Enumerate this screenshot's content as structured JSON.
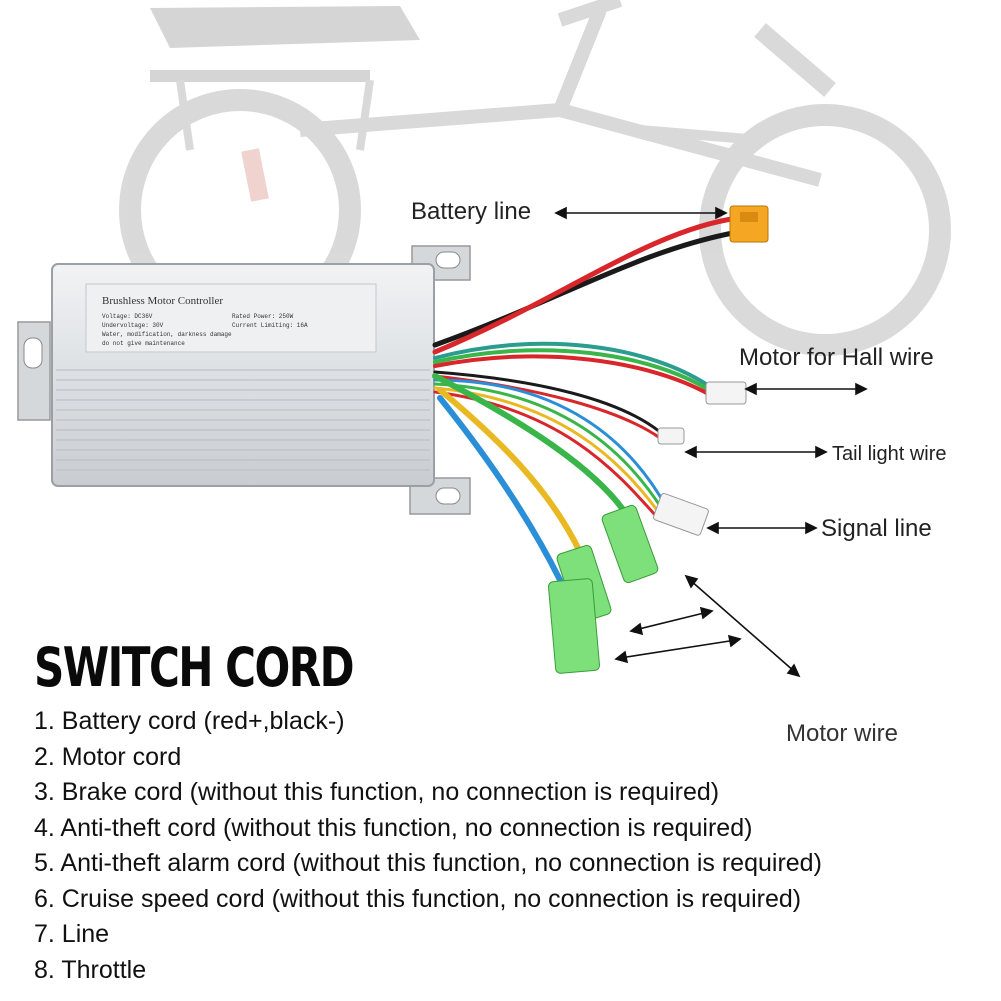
{
  "callouts": {
    "battery_line": "Battery line",
    "motor_hall_wire": "Motor for Hall wire",
    "tail_light_wire": "Tail light wire",
    "signal_line": "Signal line",
    "motor_wire": "Motor wire"
  },
  "controller_label": {
    "title": "Brushless Motor Controller",
    "line1_left": "Voltage: DC36V",
    "line1_right": "Rated Power: 250W",
    "line2_left": "Undervoltage: 30V",
    "line2_right": "Current Limiting: 16A",
    "line3": "Water, modification, darkness damage",
    "line4": "do not give maintenance"
  },
  "heading": "SWITCH CORD",
  "cords": [
    "1. Battery cord (red+,black-)",
    "2. Motor cord",
    "3. Brake cord (without this function, no connection is required)",
    "4. Anti-theft cord (without this function, no connection is required)",
    "5. Anti-theft alarm cord (without this function, no connection is required)",
    "6. Cruise speed cord (without this function, no connection is required)",
    "7. Line",
    "8. Throttle"
  ],
  "colors": {
    "wire_red": "#d8262b",
    "wire_black": "#1a1a1a",
    "wire_green": "#3ab54a",
    "wire_yellow": "#e8b923",
    "wire_blue": "#2a8fd6",
    "wire_teal": "#2a9d8f",
    "connector_yellow": "#f5a623",
    "connector_green": "#7de07a",
    "housing": "#dfe2e5"
  }
}
